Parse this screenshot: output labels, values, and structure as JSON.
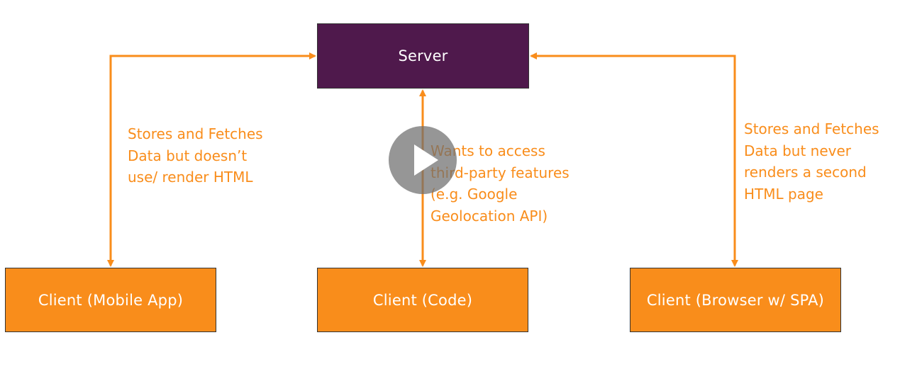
{
  "diagram": {
    "server": {
      "label": "Server"
    },
    "clients": [
      {
        "label": "Client (Mobile App)"
      },
      {
        "label": "Client (Code)"
      },
      {
        "label": "Client (Browser w/ SPA)"
      }
    ],
    "notes": [
      {
        "text": "Stores and Fetches\nData but doesn’t\nuse/ render HTML"
      },
      {
        "text": "Wants to access\nthird-party features\n(e.g. Google\nGeolocation API)"
      },
      {
        "text": "Stores and Fetches\nData but never\nrenders a second\nHTML page"
      }
    ],
    "connectors": [
      {
        "from": "Client (Mobile App)",
        "to": "Server",
        "bidirectional": true
      },
      {
        "from": "Client (Code)",
        "to": "Server",
        "bidirectional": true
      },
      {
        "from": "Client (Browser w/ SPA)",
        "to": "Server",
        "bidirectional": true
      }
    ]
  },
  "colors": {
    "server": "#4f194c",
    "client": "#f98d1b",
    "connector": "#f98d1b",
    "note_text": "#f98d1b"
  },
  "video_overlay": {
    "icon": "play-icon"
  }
}
